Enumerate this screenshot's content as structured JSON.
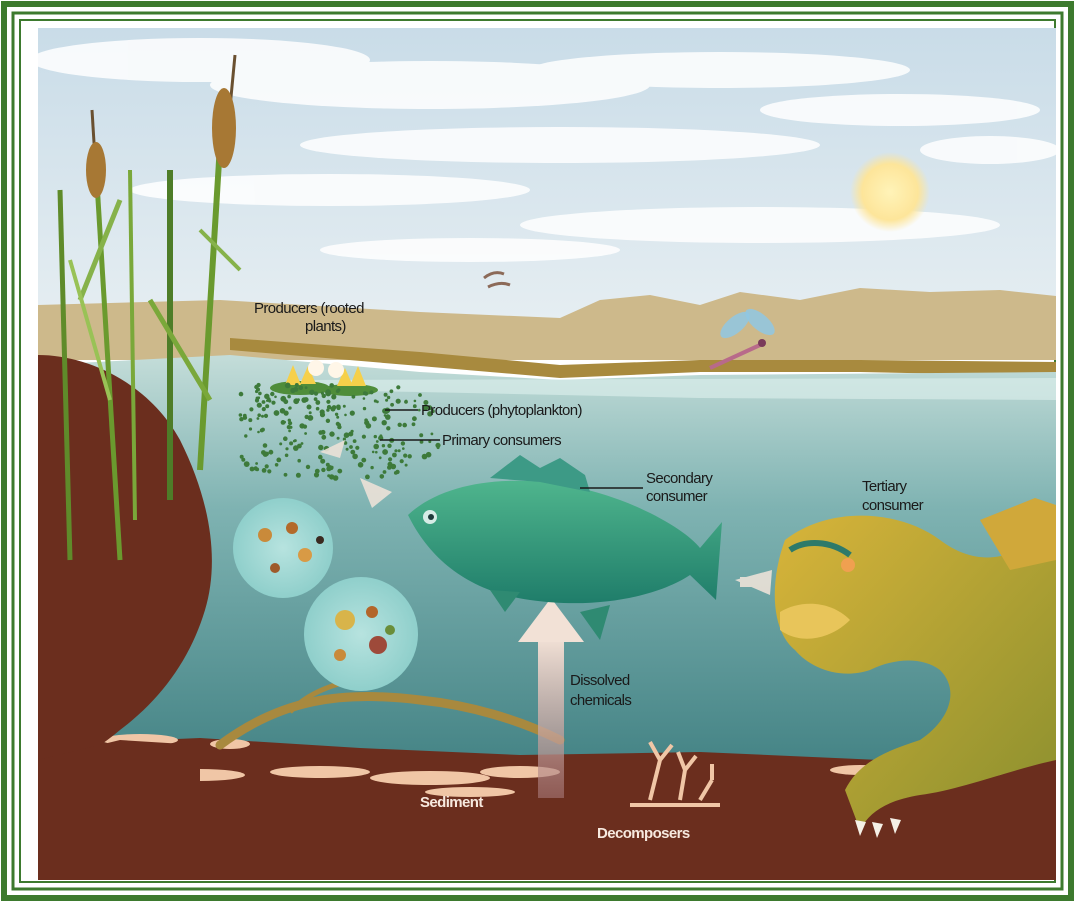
{
  "diagram": {
    "labels": {
      "producers_rooted_line1": "Producers (rooted",
      "producers_rooted_line2": "plants)",
      "producers_phytoplankton": "Producers (phytoplankton)",
      "primary_consumers": "Primary consumers",
      "secondary_consumer_line1": "Secondary",
      "secondary_consumer_line2": "consumer",
      "tertiary_consumer_line1": "Tertiary",
      "tertiary_consumer_line2": "consumer",
      "dissolved_chemicals_line1": "Dissolved",
      "dissolved_chemicals_line2": "chemicals",
      "sediment": "Sediment",
      "decomposers": "Decomposers"
    },
    "colors": {
      "frame_green": "#3d7a2e",
      "sky": "#d8e6ef",
      "water_top": "#bcd7d6",
      "water_bottom": "#3f8082",
      "soil": "#6b2e1e",
      "sun": "#fde9a0",
      "fish": "#2f9a7a",
      "turtle": "#c9a536"
    },
    "icons": [
      "cattail-icon",
      "water-lily-icon",
      "dragonfly-icon",
      "bird-icon",
      "sun-icon",
      "perch-fish-icon",
      "snapping-turtle-icon",
      "flow-arrow-icon"
    ]
  }
}
